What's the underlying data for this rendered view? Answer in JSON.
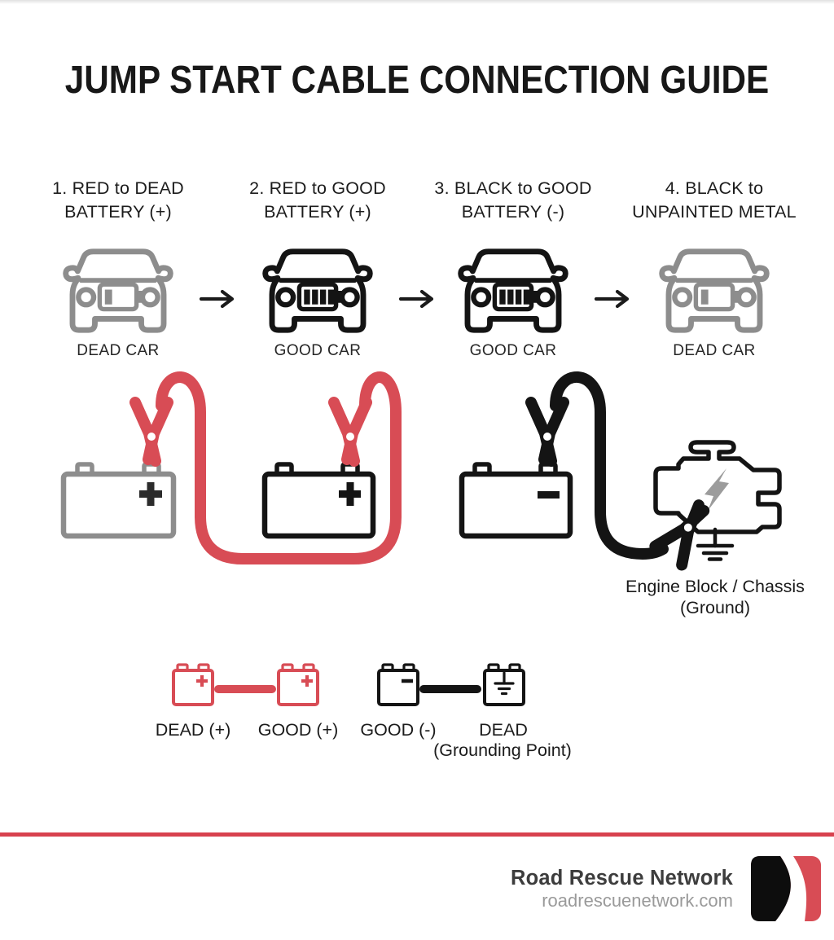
{
  "title": "JUMP START CABLE CONNECTION GUIDE",
  "steps": [
    {
      "line1": "1. RED to DEAD",
      "line2": "BATTERY (+)",
      "car_label": "DEAD CAR",
      "car_state": "dead"
    },
    {
      "line1": "2. RED to GOOD",
      "line2": "BATTERY (+)",
      "car_label": "GOOD CAR",
      "car_state": "good"
    },
    {
      "line1": "3. BLACK to GOOD",
      "line2": "BATTERY (-)",
      "car_label": "GOOD CAR",
      "car_state": "good"
    },
    {
      "line1": "4. BLACK to",
      "line2": "UNPAINTED METAL",
      "car_label": "DEAD CAR",
      "car_state": "dead"
    }
  ],
  "illustration": {
    "dead_battery_symbol": "+",
    "good_battery_symbol": "+",
    "negative_battery_symbol": "-",
    "ground_label_line1": "Engine Block / Chassis",
    "ground_label_line2": "(Ground)"
  },
  "legend": {
    "items": [
      {
        "label": "DEAD (+)",
        "symbol": "+"
      },
      {
        "label": "GOOD (+)",
        "symbol": "+"
      },
      {
        "label": "GOOD (-)",
        "symbol": "-"
      },
      {
        "label": "DEAD",
        "sublabel": "(Grounding Point)",
        "symbol": "ground"
      }
    ]
  },
  "footer": {
    "brand": "Road Rescue Network",
    "website": "roadrescuenetwork.com"
  },
  "colors": {
    "cable_red": "#d84c55",
    "cable_black": "#141414",
    "dead_gray": "#8d8d8d",
    "divider_red": "#d8414e",
    "lightning_gray": "#9c9c9c"
  }
}
